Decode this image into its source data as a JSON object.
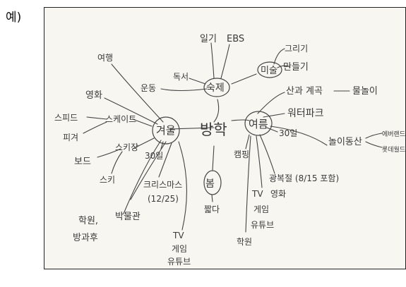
{
  "example_label": "예)",
  "center": "방학",
  "hubs": {
    "winter": "겨울",
    "homework": "숙제",
    "summer": "여름",
    "spring": "봄",
    "art": "미술"
  },
  "winter_items": {
    "trip": "여행",
    "movie": "영화",
    "skate": "스케이트",
    "speed": "스피드",
    "figure": "피겨",
    "sled": "스키장",
    "board": "보드",
    "ski": "스키",
    "days": "30일",
    "christmas_1": "크리스마스",
    "christmas_2": "(12/25)",
    "museum": "박물관",
    "academy_1": "학원,",
    "academy_2": "방과후",
    "media_1": "TV",
    "media_2": "게임",
    "media_3": "유튜브"
  },
  "homework_items": {
    "diary": "일기",
    "ebs": "EBS",
    "reading": "독서",
    "exercise": "운동"
  },
  "art_items": {
    "draw": "그리기",
    "make": "만들기"
  },
  "summer_items": {
    "valley": "산과 계곡",
    "water_play": "물놀이",
    "waterpark": "워터파크",
    "days": "30일",
    "amusement": "놀이동산",
    "everland": "에버랜드",
    "lotteworld": "롯데월드",
    "camping": "캠핑",
    "liberation": "광복절 (8/15 포함)",
    "tv": "TV",
    "movie": "영화",
    "game": "게임",
    "youtube": "유튜브",
    "academy": "학원"
  },
  "spring_items": {
    "short": "짧다"
  }
}
